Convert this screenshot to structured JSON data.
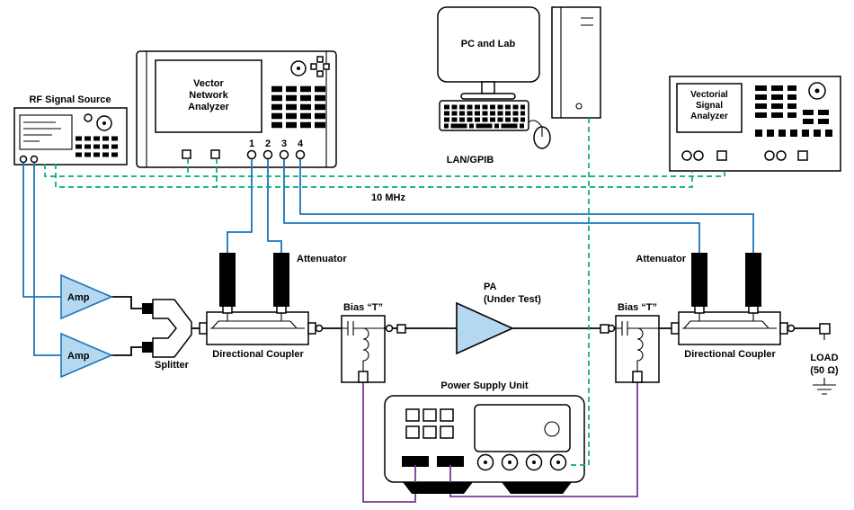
{
  "colors": {
    "rf_signal_blue": "#1b75bc",
    "lan_gpib_green": "#00a87e",
    "dc_power_purple": "#7a3a94",
    "amplifier_fill": "#b5d8f1",
    "outline": "#000000"
  },
  "instruments": {
    "rf_signal_source": {
      "label": "RF Signal Source"
    },
    "vector_network_analyzer": {
      "label_lines": [
        "Vector",
        "Network",
        "Analyzer"
      ],
      "ports": [
        "1",
        "2",
        "3",
        "4"
      ]
    },
    "pc": {
      "label": "PC and Lab",
      "bus_label": "LAN/GPIB"
    },
    "vectorial_signal_analyzer": {
      "label_lines": [
        "Vectorial",
        "Signal",
        "Analyzer"
      ]
    },
    "power_supply_unit": {
      "label": "Power Supply Unit"
    }
  },
  "components": {
    "amp_top": {
      "label": "Amp"
    },
    "amp_bottom": {
      "label": "Amp"
    },
    "splitter": {
      "label": "Splitter"
    },
    "directional_coupler_left": {
      "label": "Directional Coupler"
    },
    "directional_coupler_right": {
      "label": "Directional Coupler"
    },
    "attenuator_left": {
      "label": "Attenuator"
    },
    "attenuator_right": {
      "label": "Attenuator"
    },
    "bias_t_left": {
      "label": "Bias “T”"
    },
    "bias_t_right": {
      "label": "Bias “T”"
    },
    "pa_under_test": {
      "label_lines": [
        "PA",
        "(Under Test)"
      ]
    },
    "load": {
      "label_lines": [
        "LOAD",
        "(50 Ω)"
      ]
    }
  },
  "annotations": {
    "reference_clock": "10 MHz"
  }
}
